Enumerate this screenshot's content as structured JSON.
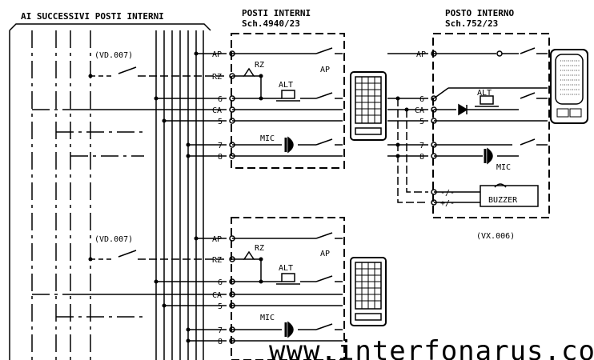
{
  "headers": {
    "successive": "AI SUCCESSIVI POSTI INTERNI",
    "posti_interni": "POSTI INTERNI",
    "posti_interni_sch": "Sch.4940/23",
    "posto_interno": "POSTO INTERNO",
    "posto_interno_sch": "Sch.752/23"
  },
  "modules": {
    "upper": "(VD.007)",
    "lower": "(VD.007)",
    "right": "(VX.006)"
  },
  "terminals_left": [
    "AP",
    "RZ",
    "6",
    "CA",
    "5",
    "7",
    "8"
  ],
  "terminals_right": [
    "AP",
    "6",
    "CA",
    "5",
    "7",
    "8"
  ],
  "component_labels": {
    "ap": "AP",
    "rz": "RZ",
    "alt": "ALT",
    "mic": "MIC",
    "buzzer": "BUZZER",
    "buzzer_minus": "-/-",
    "buzzer_plus": "+/-"
  },
  "watermark": "www.interfonarus.com",
  "colors": {
    "ink": "#000000",
    "background": "#ffffff"
  }
}
